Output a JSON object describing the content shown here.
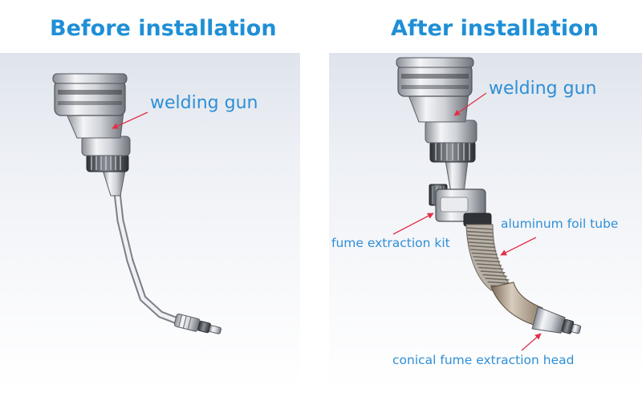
{
  "headings": {
    "before": "Before installation",
    "after": "After installation"
  },
  "labels": {
    "welding_gun_left": "welding gun",
    "welding_gun_right": "welding gun",
    "fume_extraction_kit": "fume extraction kit",
    "aluminum_foil_tube": "aluminum foil tube",
    "conical_head": "conical fume extraction head"
  },
  "colors": {
    "heading": "#1f8fd6",
    "label": "#2f8fd6",
    "arrow": "#e0314a"
  }
}
